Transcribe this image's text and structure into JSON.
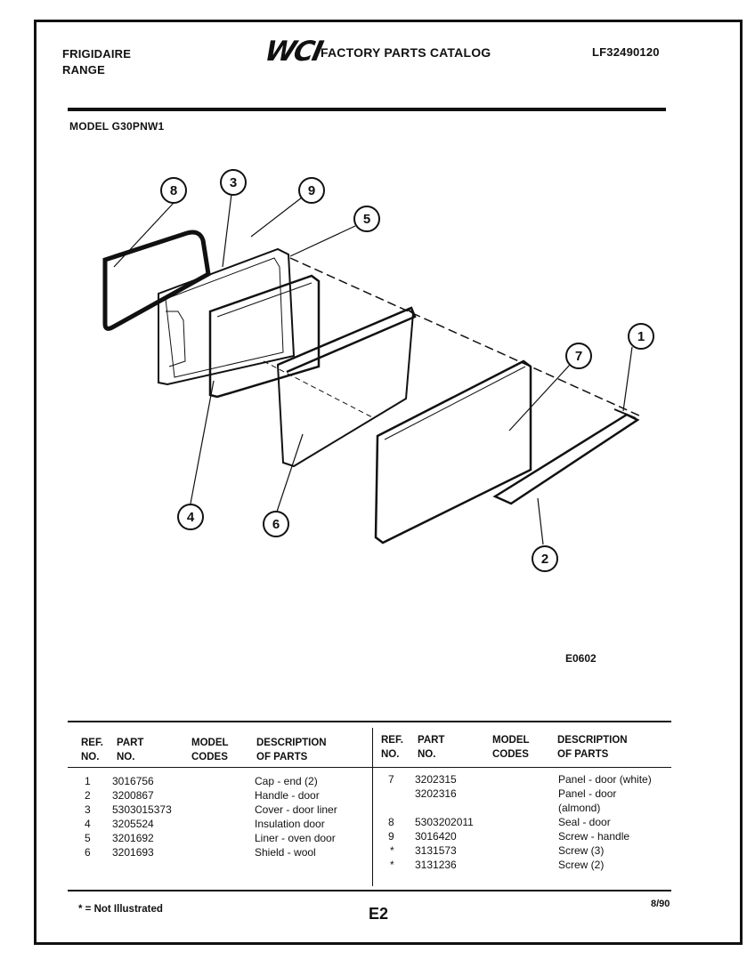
{
  "header": {
    "brand": "FRIGIDAIRE",
    "product": "RANGE",
    "logo": "WCI",
    "catalog_title": "FACTORY PARTS CATALOG",
    "catalog_number": "LF32490120"
  },
  "model_label": "MODEL G30PNW1",
  "diagram": {
    "callouts": [
      "8",
      "3",
      "9",
      "5",
      "1",
      "7",
      "4",
      "6",
      "2"
    ],
    "figure_code": "E0602"
  },
  "table": {
    "col_headers": {
      "ref_line1": "REF.",
      "ref_line2": "NO.",
      "part_line1": "PART",
      "part_line2": "NO.",
      "model_line1": "MODEL",
      "model_line2_left": "CODES",
      "model_line2_right": "CODES",
      "desc_line1": "DESCRIPTION",
      "desc_line2": "OF PARTS"
    },
    "left_rows": [
      {
        "ref": "1",
        "part": "3016756",
        "code": "",
        "desc": "Cap - end (2)"
      },
      {
        "ref": "2",
        "part": "3200867",
        "code": "",
        "desc": "Handle - door"
      },
      {
        "ref": "3",
        "part": "5303015373",
        "code": "",
        "desc": "Cover - door liner"
      },
      {
        "ref": "4",
        "part": "3205524",
        "code": "",
        "desc": "Insulation door"
      },
      {
        "ref": "5",
        "part": "3201692",
        "code": "",
        "desc": "Liner - oven door"
      },
      {
        "ref": "6",
        "part": "3201693",
        "code": "",
        "desc": "Shield - wool"
      }
    ],
    "right_rows": [
      {
        "ref": "7",
        "part": "3202315",
        "code": "",
        "desc": "Panel - door (white)"
      },
      {
        "ref": "",
        "part": "3202316",
        "code": "",
        "desc": "Panel - door"
      },
      {
        "ref": "",
        "part": "",
        "code": "",
        "desc": "(almond)"
      },
      {
        "ref": "8",
        "part": "5303202011",
        "code": "",
        "desc": "Seal - door"
      },
      {
        "ref": "9",
        "part": "3016420",
        "code": "",
        "desc": "Screw - handle"
      },
      {
        "ref": "*",
        "part": "3131573",
        "code": "",
        "desc": "Screw (3)"
      },
      {
        "ref": "*",
        "part": "3131236",
        "code": "",
        "desc": "Screw (2)"
      }
    ]
  },
  "footer": {
    "note": "* = Not Illustrated",
    "page": "E2",
    "date": "8/90"
  }
}
